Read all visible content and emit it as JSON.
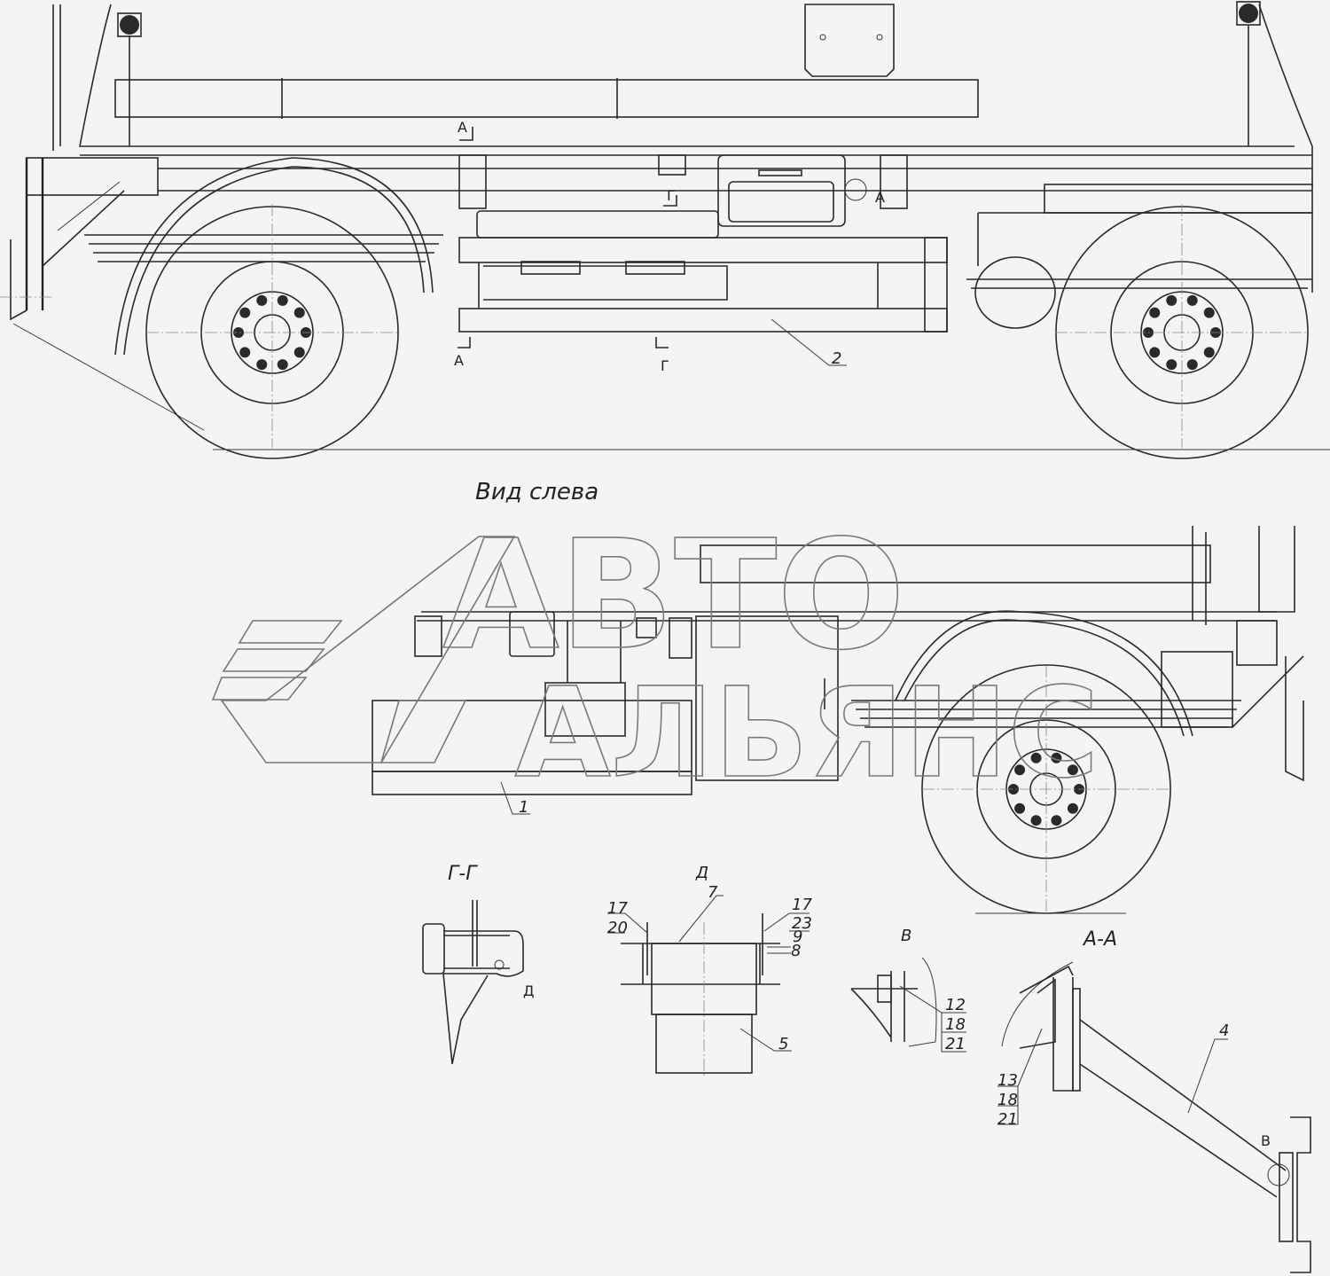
{
  "views": {
    "left_view_title": "Вид слева",
    "section_gg": "Г-Г",
    "detail_d": "Д",
    "detail_v": "В",
    "section_aa": "А-А"
  },
  "section_marks": {
    "a": "А",
    "g": "Г",
    "d": "Д",
    "v": "В"
  },
  "callouts": {
    "c1": "1",
    "c2": "2",
    "c4": "4",
    "c5": "5",
    "c7": "7",
    "c8": "8",
    "c9": "9",
    "c12": "12",
    "c13": "13",
    "c17": "17",
    "c18": "18",
    "c20": "20",
    "c21": "21",
    "c23": "23"
  },
  "watermark": {
    "line1": "АВТО",
    "line2": "АЛЬЯНС"
  }
}
